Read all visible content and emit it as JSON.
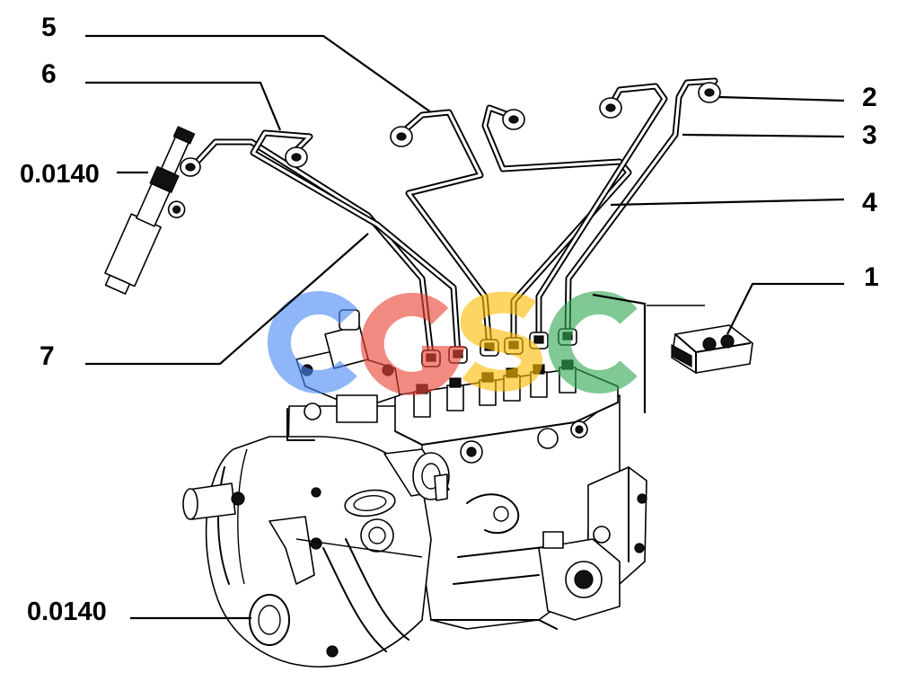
{
  "callouts": {
    "part_5": "5",
    "part_6": "6",
    "ref_injector": "0.0140",
    "part_7": "7",
    "part_2": "2",
    "part_3": "3",
    "part_4": "4",
    "part_1": "1",
    "ref_pump": "0.0140"
  },
  "watermark": {
    "text": "CGSC",
    "colors": [
      "#4a8af4",
      "#ea4335",
      "#fbbc05",
      "#34a853"
    ]
  }
}
